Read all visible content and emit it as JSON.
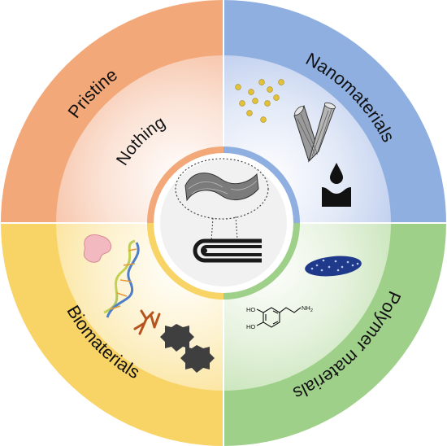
{
  "colors": {
    "pristine": "#F2A878",
    "nanomaterials": "#8FAFE0",
    "biomaterials": "#F8D366",
    "polymer": "#9FD08A",
    "dark": "#2b2b2b"
  },
  "quadrants": [
    {
      "id": "pristine",
      "label": "Pristine",
      "inner_label": "Nothing"
    },
    {
      "id": "nanomaterials",
      "label": "Nanomaterials"
    },
    {
      "id": "polymer",
      "label": "Polymer materials"
    },
    {
      "id": "biomaterials",
      "label": "Biomaterials"
    }
  ],
  "molecule": {
    "oh_label": "HO",
    "nh2_label": "NH",
    "nh2_sub": "2"
  },
  "icons": [
    "graphene-sheet-icon",
    "electrode-icon",
    "nanoparticles-icon",
    "nanotube-icon",
    "droplet-icon",
    "enzyme-icon",
    "dna-icon",
    "antibody-icon",
    "virus-icon",
    "polymer-film-icon",
    "dopamine-molecule-icon"
  ]
}
